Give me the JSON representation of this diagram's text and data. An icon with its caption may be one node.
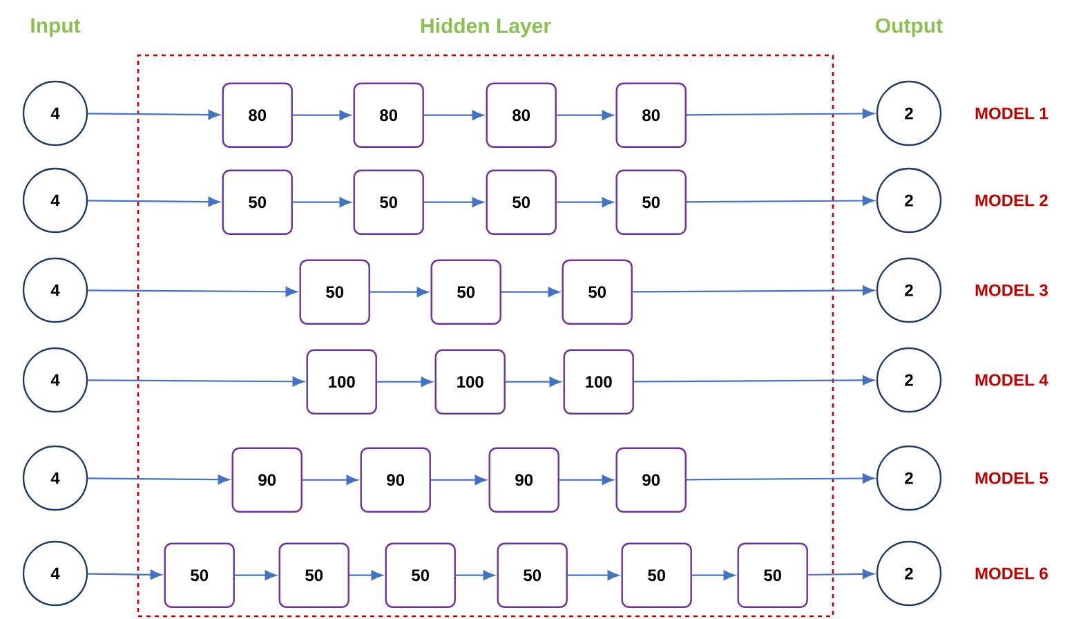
{
  "diagram": {
    "nodes": [
      {
        "text": [
          "Hidden Layer"
        ]
      },
      {
        "text": [
          "4"
        ]
      },
      {
        "text": [
          "80"
        ],
        "in": 0
      },
      {
        "text": [
          "80"
        ],
        "in": 0
      },
      {
        "text": [
          "80"
        ],
        "in": 0
      },
      {
        "text": [
          "80"
        ],
        "in": 0
      },
      {
        "text": [
          "2"
        ],
        "beside": [
          "MODEL 1"
        ]
      },
      {
        "text": [
          "4"
        ]
      },
      {
        "text": [
          "50"
        ],
        "in": 0
      },
      {
        "text": [
          "50"
        ],
        "in": 0
      },
      {
        "text": [
          "50"
        ],
        "in": 0
      },
      {
        "text": [
          "50"
        ],
        "in": 0
      },
      {
        "text": [
          "2"
        ],
        "beside": [
          "MODEL 2"
        ]
      },
      {
        "text": [
          "4"
        ]
      },
      {
        "text": [
          "50"
        ],
        "in": 0
      },
      {
        "text": [
          "50"
        ],
        "in": 0
      },
      {
        "text": [
          "50"
        ],
        "in": 0
      },
      {
        "text": [
          "2"
        ],
        "beside": [
          "MODEL 3"
        ]
      },
      {
        "text": [
          "4"
        ]
      },
      {
        "text": [
          "100"
        ],
        "in": 0
      },
      {
        "text": [
          "100"
        ],
        "in": 0
      },
      {
        "text": [
          "100"
        ],
        "in": 0
      },
      {
        "text": [
          "2"
        ],
        "beside": [
          "MODEL 4"
        ]
      },
      {
        "text": [
          "4"
        ]
      },
      {
        "text": [
          "90"
        ],
        "in": 0
      },
      {
        "text": [
          "90"
        ],
        "in": 0
      },
      {
        "text": [
          "90"
        ],
        "in": 0
      },
      {
        "text": [
          "90"
        ],
        "in": 0
      },
      {
        "text": [
          "2"
        ],
        "beside": [
          "MODEL 5"
        ]
      },
      {
        "text": [
          "4"
        ]
      },
      {
        "text": [
          "50"
        ],
        "in": 0
      },
      {
        "text": [
          "50"
        ],
        "in": 0
      },
      {
        "text": [
          "50"
        ],
        "in": 0
      },
      {
        "text": [
          "50"
        ],
        "in": 0
      },
      {
        "text": [
          "50"
        ],
        "in": 0
      },
      {
        "text": [
          "50"
        ],
        "in": 0
      },
      {
        "text": [
          "2"
        ],
        "beside": [
          "MODEL 6"
        ]
      }
    ],
    "edges": [
      {
        "from": 1,
        "to": 2,
        "arrow": "to"
      },
      {
        "from": 2,
        "to": 3,
        "arrow": "to"
      },
      {
        "from": 3,
        "to": 4,
        "arrow": "to"
      },
      {
        "from": 4,
        "to": 5,
        "arrow": "to"
      },
      {
        "from": 5,
        "to": 6,
        "arrow": "to"
      },
      {
        "from": 7,
        "to": 8,
        "arrow": "to"
      },
      {
        "from": 8,
        "to": 9,
        "arrow": "to"
      },
      {
        "from": 9,
        "to": 10,
        "arrow": "to"
      },
      {
        "from": 10,
        "to": 11,
        "arrow": "to"
      },
      {
        "from": 11,
        "to": 12,
        "arrow": "to"
      },
      {
        "from": 13,
        "to": 14,
        "arrow": "to"
      },
      {
        "from": 14,
        "to": 15,
        "arrow": "to"
      },
      {
        "from": 15,
        "to": 16,
        "arrow": "to"
      },
      {
        "from": 16,
        "to": 17,
        "arrow": "to"
      },
      {
        "from": 18,
        "to": 19,
        "arrow": "to"
      },
      {
        "from": 19,
        "to": 20,
        "arrow": "to"
      },
      {
        "from": 20,
        "to": 21,
        "arrow": "to"
      },
      {
        "from": 21,
        "to": 22,
        "arrow": "to"
      },
      {
        "from": 23,
        "to": 24,
        "arrow": "to"
      },
      {
        "from": 24,
        "to": 25,
        "arrow": "to"
      },
      {
        "from": 25,
        "to": 26,
        "arrow": "to"
      },
      {
        "from": 26,
        "to": 27,
        "arrow": "to"
      },
      {
        "from": 27,
        "to": 28,
        "arrow": "to"
      },
      {
        "from": 29,
        "to": 30,
        "arrow": "to"
      },
      {
        "from": 30,
        "to": 31,
        "arrow": "to"
      },
      {
        "from": 31,
        "to": 32,
        "arrow": "to"
      },
      {
        "from": 32,
        "to": 33,
        "arrow": "to"
      },
      {
        "from": 33,
        "to": 34,
        "arrow": "to"
      },
      {
        "from": 34,
        "to": 35,
        "arrow": "to"
      },
      {
        "from": 35,
        "to": 36,
        "arrow": "to"
      }
    ],
    "labels": [
      "Input",
      "Output"
    ]
  }
}
